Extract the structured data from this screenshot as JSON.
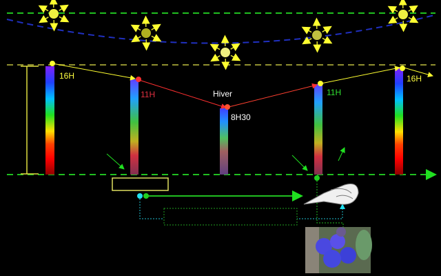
{
  "season": "Hiver",
  "times": [
    {
      "label": "16H",
      "color": "#ffff40"
    },
    {
      "label": "11H",
      "color": "#e03040"
    },
    {
      "label": "8H30",
      "color": "#ffffff"
    },
    {
      "label": "11H",
      "color": "#30e030"
    },
    {
      "label": "16H",
      "color": "#ffff40"
    }
  ],
  "colors": {
    "sun": "#f0f040",
    "horizon": "#20c020",
    "sun_path": "#2030c0",
    "cyan": "#20e0f0"
  }
}
